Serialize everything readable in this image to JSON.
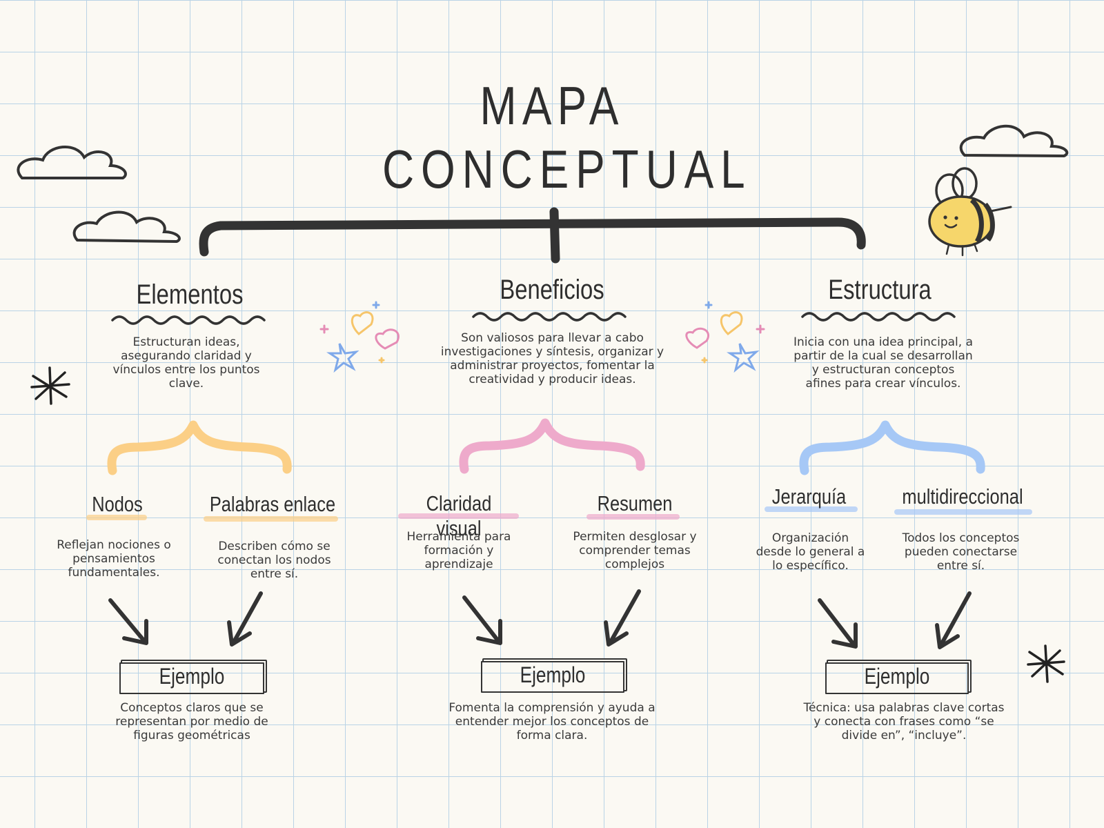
{
  "title": {
    "line1": "MAPA",
    "line2": "CONCEPTUAL"
  },
  "colors": {
    "ink": "#333333",
    "orange": "#fbcf86",
    "pink": "#eeaacb",
    "blue": "#a6c8f6",
    "bee_yellow": "#f6d66b"
  },
  "sections": [
    {
      "heading": "Elementos",
      "description": "Estructuran ideas, asegurando claridad y vínculos entre los puntos clave.",
      "accent": "orange",
      "children": [
        {
          "heading": "Nodos",
          "description": "Reflejan nociones o pensamientos fundamentales."
        },
        {
          "heading": "Palabras enlace",
          "description": "Describen cómo se conectan los nodos entre sí."
        }
      ],
      "example": {
        "label": "Ejemplo",
        "text": "Conceptos claros que se representan por medio de figuras geométricas"
      }
    },
    {
      "heading": "Beneficios",
      "description": "Son valiosos para llevar a cabo investigaciones y síntesis, organizar y administrar proyectos, fomentar la creatividad y producir ideas.",
      "accent": "pink",
      "children": [
        {
          "heading": "Claridad visual",
          "description": "Herramienta para formación y aprendizaje"
        },
        {
          "heading": "Resumen",
          "description": "Permiten desglosar y comprender temas complejos"
        }
      ],
      "example": {
        "label": "Ejemplo",
        "text": "Fomenta la comprensión y ayuda a entender mejor los conceptos de forma clara."
      }
    },
    {
      "heading": "Estructura",
      "description": "Inicia con una idea principal, a partir de la cual se desarrollan y estructuran conceptos afines para crear vínculos.",
      "accent": "blue",
      "children": [
        {
          "heading": "Jerarquía",
          "description": "Organización desde lo general a lo específico."
        },
        {
          "heading": "multidireccional",
          "description": "Todos los conceptos pueden conectarse entre sí."
        }
      ],
      "example": {
        "label": "Ejemplo",
        "text": "Técnica: usa palabras clave cortas y conecta con frases como “se divide en”, “incluye”."
      }
    }
  ],
  "decorations": [
    "cloud-icon",
    "bee-icon",
    "asterisk-icon",
    "heart-icon",
    "star-icon"
  ]
}
